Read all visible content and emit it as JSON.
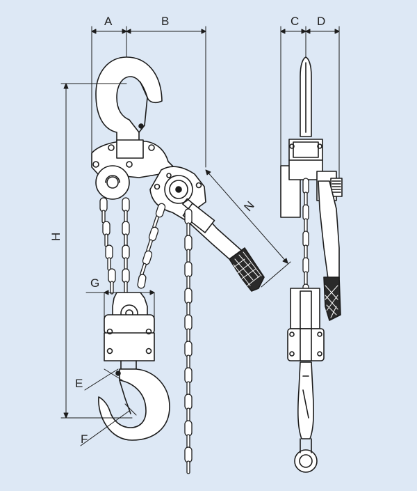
{
  "colors": {
    "background": "#dde8f5",
    "line": "#1c1c1c",
    "metal": "#ffffff",
    "grip": "#2a2a2a"
  },
  "dimension_labels": {
    "A": "A",
    "B": "B",
    "C": "C",
    "D": "D",
    "H": "H",
    "N": "N",
    "G": "G",
    "E": "E",
    "F": "F"
  }
}
